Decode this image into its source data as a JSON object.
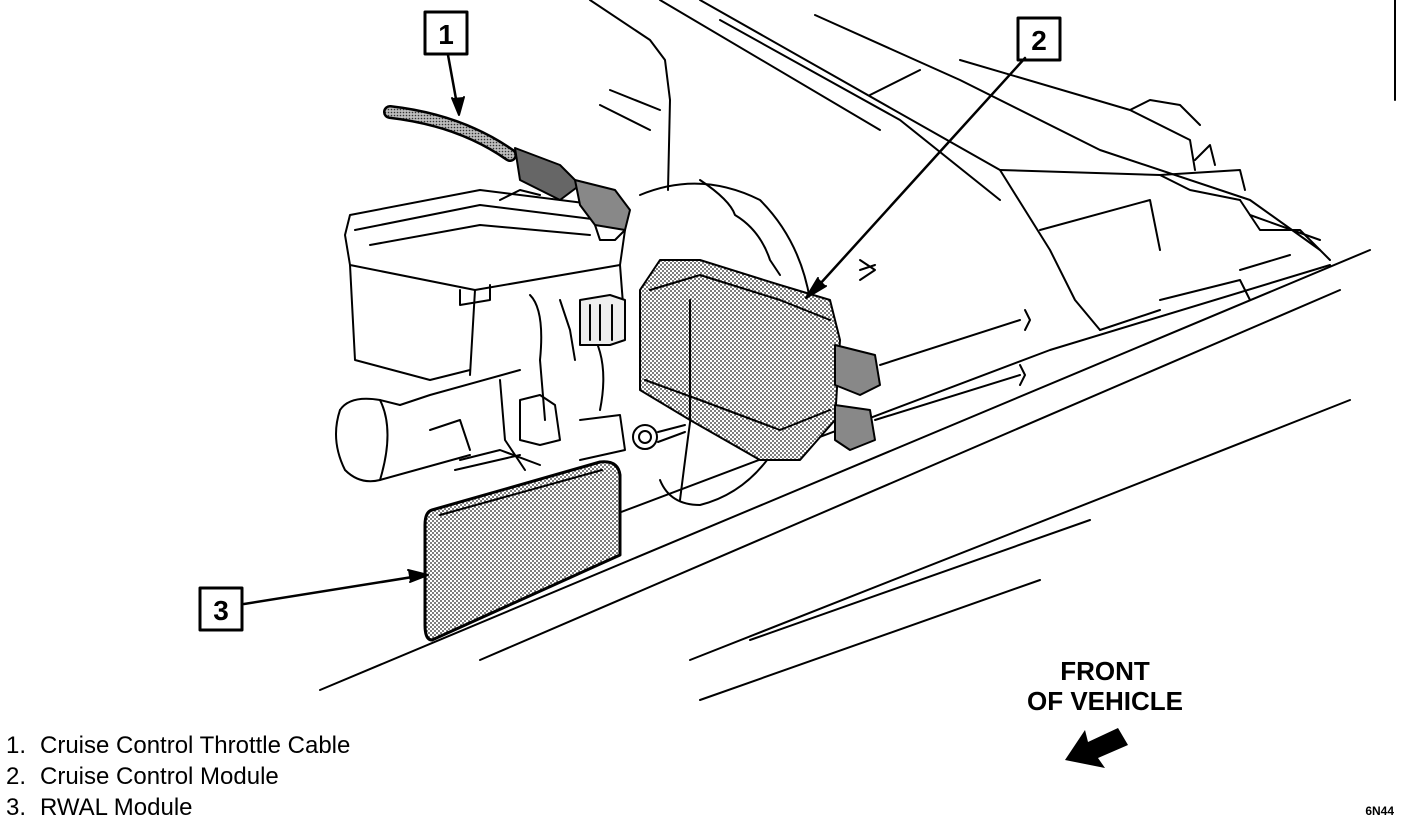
{
  "callouts": [
    {
      "number": "1",
      "part": "Cruise Control Throttle Cable"
    },
    {
      "number": "2",
      "part": "Cruise Control Module"
    },
    {
      "number": "3",
      "part": "RWAL Module"
    }
  ],
  "legend": [
    {
      "number": "1.",
      "text": "Cruise Control Throttle Cable"
    },
    {
      "number": "2.",
      "text": "Cruise Control Module"
    },
    {
      "number": "3.",
      "text": "RWAL Module"
    }
  ],
  "direction": {
    "line1": "FRONT",
    "line2": "OF VEHICLE",
    "icon": "arrow-down-left-icon"
  },
  "figure_code": "6N44",
  "colors": {
    "ink": "#000000",
    "paper": "#ffffff",
    "shading": "#555555"
  }
}
